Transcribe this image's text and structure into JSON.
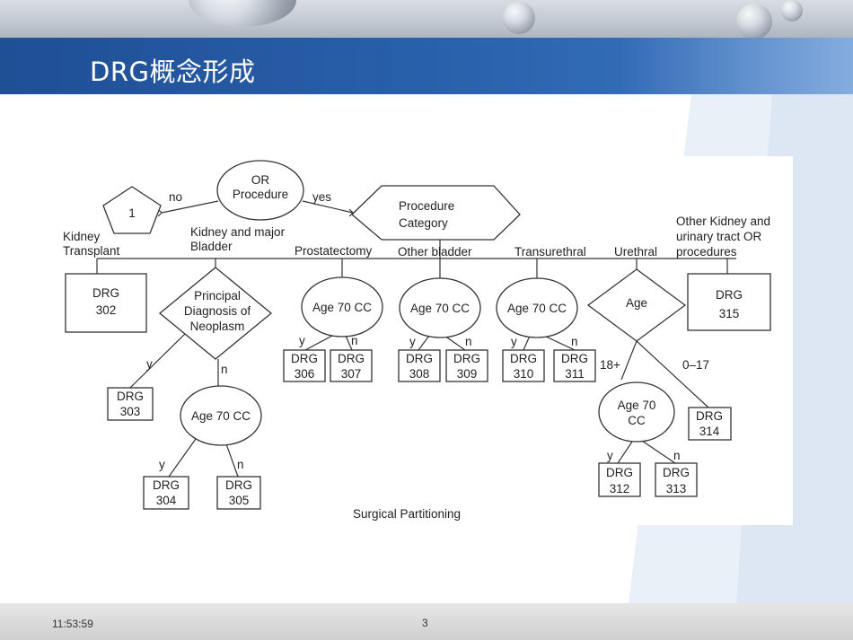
{
  "slide": {
    "title": "DRG概念形成",
    "footer_time": "11:53:59",
    "page_number": "3",
    "colors": {
      "title_bar": "#2a5ba6",
      "footer": "#d4d4d4"
    }
  },
  "diagram": {
    "caption": "Surgical Partitioning",
    "root": {
      "line1": "OR",
      "line2": "Procedure"
    },
    "no_label": "no",
    "yes_label": "yes",
    "node_1": "1",
    "procedure_category": {
      "line1": "Procedure",
      "line2": "Category"
    },
    "branches": {
      "kidney_transplant": {
        "line1": "Kidney",
        "line2": "Transplant"
      },
      "kidney_major_bladder": {
        "line1": "Kidney and major",
        "line2": "Bladder"
      },
      "prostatectomy": "Prostatectomy",
      "other_bladder": "Other bladder",
      "transurethral": "Transurethral",
      "urethral": "Urethral",
      "other_kidney": {
        "line1": "Other Kidney and",
        "line2": "urinary tract OR",
        "line3": "procedures"
      }
    },
    "principal_diagnosis": {
      "line1": "Principal",
      "line2": "Diagnosis of",
      "line3": "Neoplasm"
    },
    "age70cc": "Age 70 CC",
    "age": "Age",
    "age70cc_split": {
      "line1": "Age 70",
      "line2": "CC"
    },
    "y": "y",
    "n": "n",
    "age_18_plus": "18+",
    "age_0_17": "0–17",
    "drg_label": "DRG",
    "drg": {
      "d302": "302",
      "d303": "303",
      "d304": "304",
      "d305": "305",
      "d306": "306",
      "d307": "307",
      "d308": "308",
      "d309": "309",
      "d310": "310",
      "d311": "311",
      "d312": "312",
      "d313": "313",
      "d314": "314",
      "d315": "315"
    }
  }
}
